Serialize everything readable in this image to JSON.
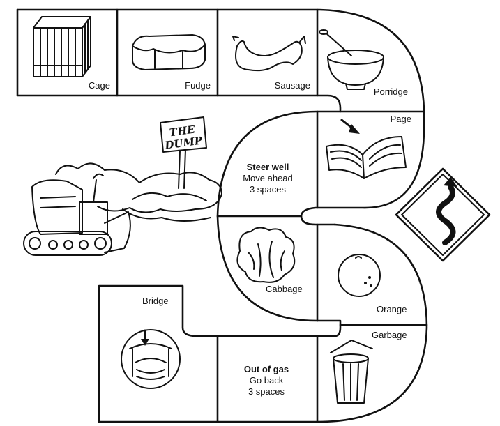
{
  "board": {
    "spaces": [
      {
        "id": "cage",
        "label": "Cage"
      },
      {
        "id": "fudge",
        "label": "Fudge"
      },
      {
        "id": "sausage",
        "label": "Sausage"
      },
      {
        "id": "porridge",
        "label": "Porridge"
      },
      {
        "id": "page",
        "label": "Page"
      },
      {
        "id": "cabbage",
        "label": "Cabbage"
      },
      {
        "id": "orange",
        "label": "Orange"
      },
      {
        "id": "garbage",
        "label": "Garbage"
      },
      {
        "id": "bridge",
        "label": "Bridge"
      }
    ],
    "action_spaces": [
      {
        "id": "steer-well",
        "title": "Steer well",
        "line1": "Move ahead",
        "line2": "3 spaces"
      },
      {
        "id": "out-of-gas",
        "title": "Out of gas",
        "line1": "Go back",
        "line2": "3 spaces"
      }
    ]
  },
  "scene": {
    "sign_line1": "THE",
    "sign_line2": "DUMP"
  },
  "road_sign": {
    "icon": "winding-road-icon"
  }
}
